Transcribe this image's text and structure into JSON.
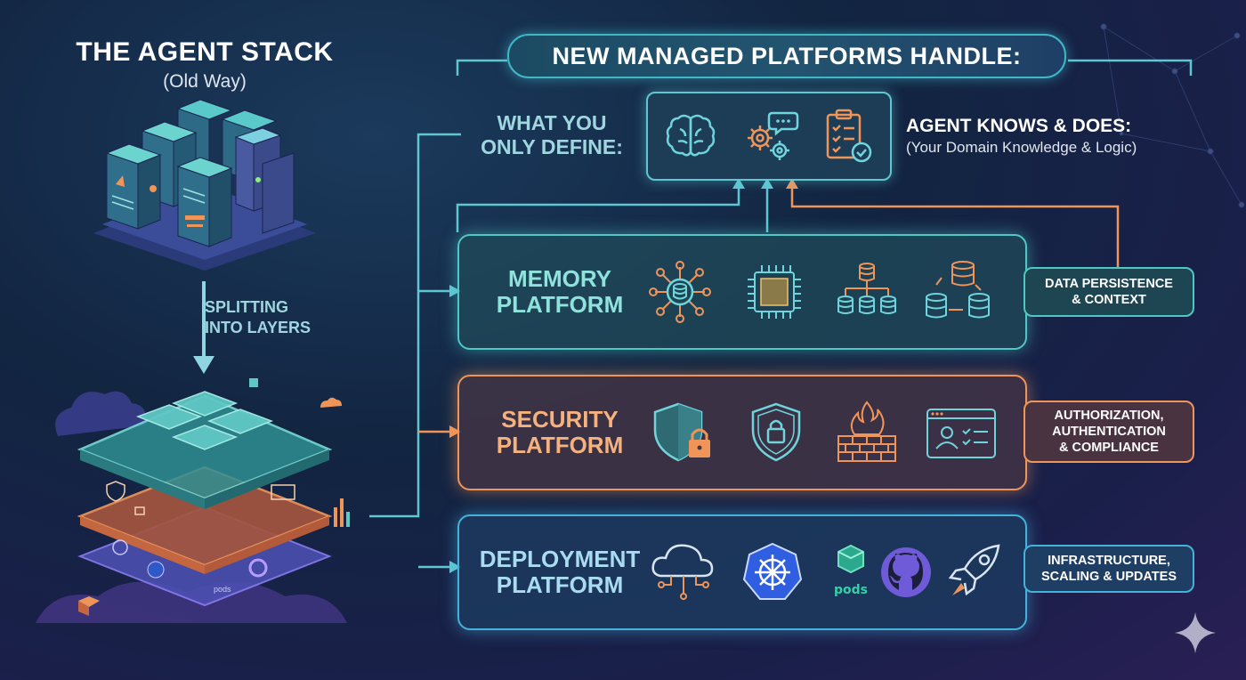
{
  "left": {
    "title": "THE AGENT STACK",
    "subtitle": "(Old Way)",
    "split_label_line1": "SPLITTING",
    "split_label_line2": "INTO LAYERS",
    "pods_text": "pods"
  },
  "header": {
    "title": "NEW MANAGED PLATFORMS HANDLE:"
  },
  "define": {
    "line1": "WHAT YOU",
    "line2": "ONLY DEFINE:",
    "icons": [
      "brain-icon",
      "gears-chat-icon",
      "checklist-icon"
    ]
  },
  "agent": {
    "title": "AGENT KNOWS & DOES:",
    "subtitle": "(Your Domain Knowledge & Logic)"
  },
  "platforms": [
    {
      "line1": "MEMORY",
      "line2": "PLATFORM",
      "side_line1": "DATA PERSISTENCE",
      "side_line2": "& CONTEXT",
      "color": "#4fc7c4",
      "icons": [
        "network-database-icon",
        "chip-icon",
        "database-tree-icon",
        "database-sync-icon"
      ]
    },
    {
      "line1": "SECURITY",
      "line2": "PLATFORM",
      "side_line1": "AUTHORIZATION,",
      "side_line2": "AUTHENTICATION",
      "side_line3": "& COMPLIANCE",
      "color": "#f0955a",
      "icons": [
        "shield-lock-icon",
        "shield-padlock-icon",
        "firewall-icon",
        "identity-checklist-icon"
      ]
    },
    {
      "line1": "DEPLOYMENT",
      "line2": "PLATFORM",
      "side_line1": "INFRASTRUCTURE,",
      "side_line2": "SCALING & UPDATES",
      "color": "#46b2dc",
      "icons": [
        "cloud-network-icon",
        "kubernetes-icon",
        "pods-icon",
        "github-icon",
        "rocket-icon"
      ],
      "pods_label": "pods"
    }
  ]
}
